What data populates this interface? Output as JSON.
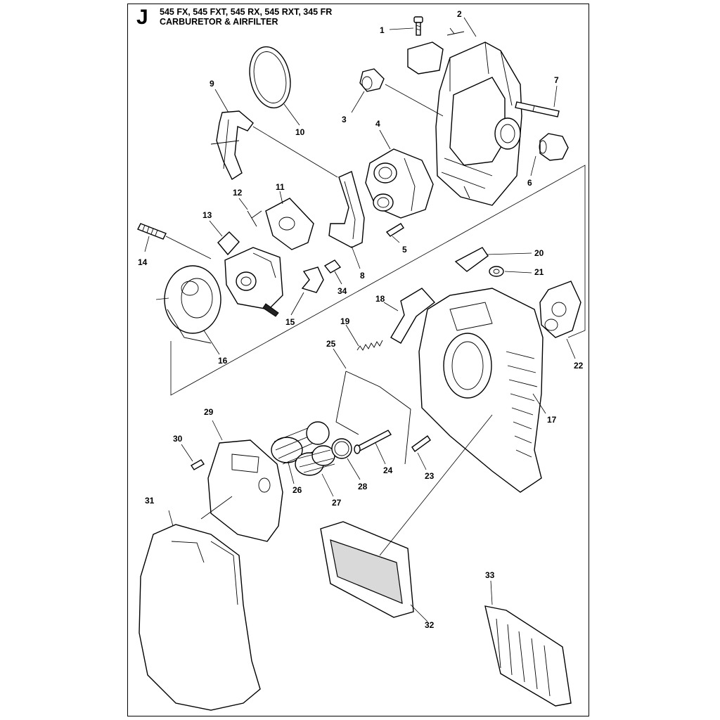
{
  "header": {
    "section_letter": "J",
    "models": "545 FX, 545 FXT, 545 RX, 545 RXT, 345 FR",
    "subtitle": "CARBURETOR & AIRFILTER"
  },
  "callouts": [
    "1",
    "2",
    "3",
    "4",
    "5",
    "6",
    "7",
    "8",
    "9",
    "10",
    "11",
    "12",
    "13",
    "14",
    "15",
    "16",
    "17",
    "18",
    "19",
    "20",
    "21",
    "22",
    "23",
    "24",
    "25",
    "26",
    "27",
    "28",
    "29",
    "30",
    "31",
    "32",
    "33",
    "34"
  ],
  "colors": {
    "line": "#000000",
    "background": "#ffffff",
    "shade": "#d9d9d9"
  }
}
